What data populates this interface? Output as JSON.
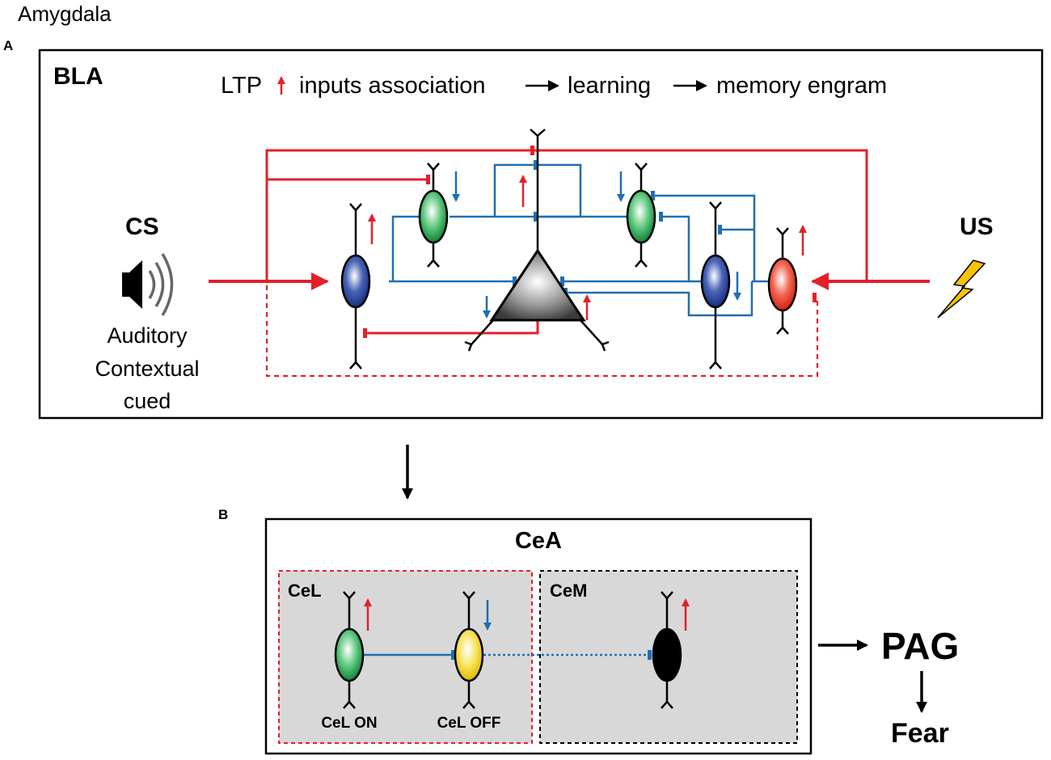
{
  "figure": {
    "title": "Amygdala",
    "panel_a_label": "A",
    "panel_b_label": "B"
  },
  "bla": {
    "label": "BLA",
    "header": {
      "ltp": "LTP",
      "inputs": "inputs association",
      "learning": "learning",
      "engram": "memory engram"
    },
    "cs": {
      "label": "CS",
      "line1": "Auditory",
      "line2": "Contextual",
      "line3": "cued"
    },
    "us": {
      "label": "US"
    }
  },
  "cea": {
    "label": "CeA",
    "cel": {
      "label": "CeL",
      "on_label": "CeL ON",
      "off_label": "CeL OFF"
    },
    "cem": {
      "label": "CeM"
    }
  },
  "outputs": {
    "pag": "PAG",
    "fear": "Fear"
  },
  "colors": {
    "red": "#e3202a",
    "blue": "#1f6fb2",
    "black": "#000000",
    "grey_panel": "#d8d8d8",
    "green_cell": "#1f9a4a",
    "blue_cell": "#1e3d96",
    "red_cell": "#e8291c",
    "yellow_cell": "#f2d21b",
    "bolt": "#f5c400"
  }
}
